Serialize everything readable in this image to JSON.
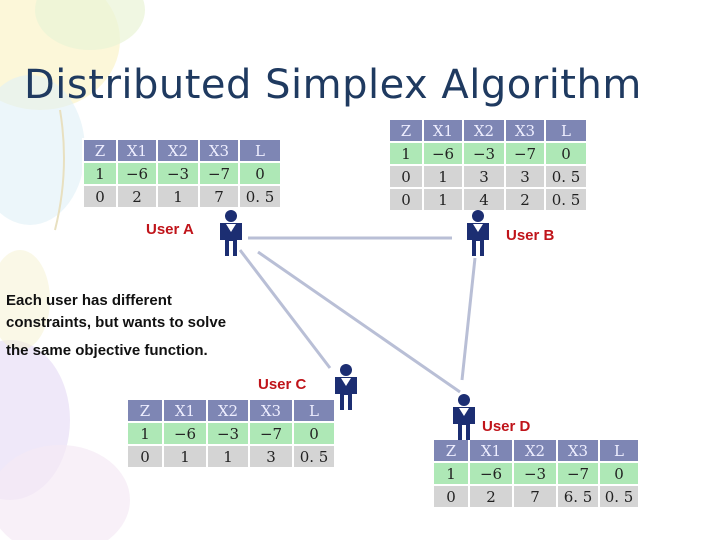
{
  "slide": {
    "title": "Distributed Simplex Algorithm",
    "note_line1": "Each user has different",
    "note_line2": "constraints, but wants to solve",
    "note_line3": "the same objective function."
  },
  "colors": {
    "header": "#7e86b4",
    "objective_row": "#aee8b6",
    "constraint_row": "#d4d4d4",
    "user_label": "#c0141a",
    "title": "#1f3a60"
  },
  "users": [
    {
      "label": "User A",
      "icon": "person-icon",
      "table": {
        "headers": [
          "Z",
          "X1",
          "X2",
          "X3",
          "L"
        ],
        "rows": [
          [
            "1",
            "−6",
            "−3",
            "−7",
            "0"
          ],
          [
            "0",
            "2",
            "1",
            "7",
            "0. 5"
          ]
        ]
      }
    },
    {
      "label": "User B",
      "icon": "person-icon",
      "table": {
        "headers": [
          "Z",
          "X1",
          "X2",
          "X3",
          "L"
        ],
        "rows": [
          [
            "1",
            "−6",
            "−3",
            "−7",
            "0"
          ],
          [
            "0",
            "1",
            "3",
            "3",
            "0. 5"
          ],
          [
            "0",
            "1",
            "4",
            "2",
            "0. 5"
          ]
        ]
      }
    },
    {
      "label": "User C",
      "icon": "person-icon",
      "table": {
        "headers": [
          "Z",
          "X1",
          "X2",
          "X3",
          "L"
        ],
        "rows": [
          [
            "1",
            "−6",
            "−3",
            "−7",
            "0"
          ],
          [
            "0",
            "1",
            "1",
            "3",
            "0. 5"
          ]
        ]
      }
    },
    {
      "label": "User D",
      "icon": "person-icon",
      "table": {
        "headers": [
          "Z",
          "X1",
          "X2",
          "X3",
          "L"
        ],
        "rows": [
          [
            "1",
            "−6",
            "−3",
            "−7",
            "0"
          ],
          [
            "0",
            "2",
            "7",
            "6. 5",
            "0. 5"
          ]
        ]
      }
    }
  ]
}
